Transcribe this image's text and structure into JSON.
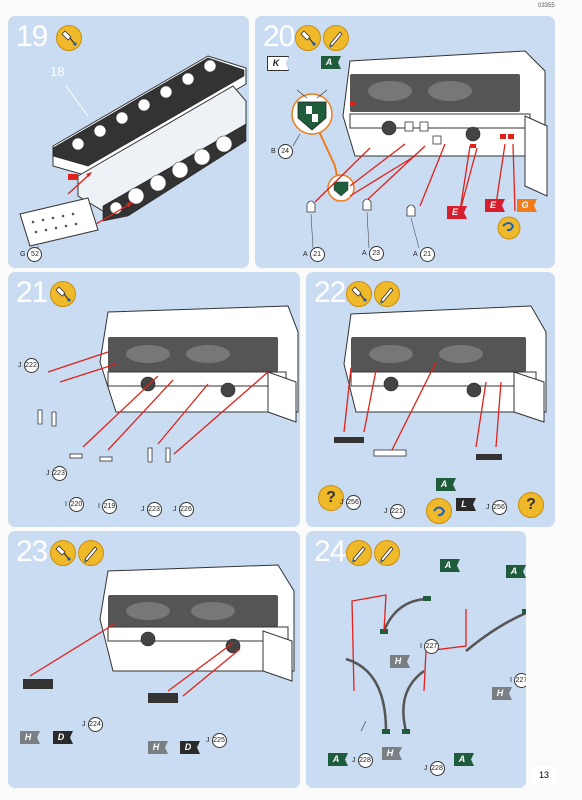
{
  "doc_code": "03355",
  "page_number": "13",
  "steps": [
    {
      "number": "19",
      "icons": [
        "glue-icon"
      ]
    },
    {
      "number": "20",
      "icons": [
        "glue-icon",
        "paint-brush-icon"
      ]
    },
    {
      "number": "21",
      "icons": [
        "glue-icon"
      ]
    },
    {
      "number": "22",
      "icons": [
        "glue-icon",
        "paint-brush-icon"
      ]
    },
    {
      "number": "23",
      "icons": [
        "glue-icon",
        "paint-brush-icon"
      ]
    },
    {
      "number": "24",
      "icons": [
        "paint-brush-icon",
        "paint-brush-icon"
      ]
    }
  ],
  "step19": {
    "callout": "18",
    "part": {
      "letter": "G",
      "num": "52"
    }
  },
  "step20": {
    "flags": {
      "k": "K",
      "a": "A",
      "e1": "E",
      "e2": "E",
      "g": "G"
    },
    "parts": [
      {
        "letter": "B",
        "num": "24"
      },
      {
        "letter": "A",
        "num": "21"
      },
      {
        "letter": "A",
        "num": "23"
      },
      {
        "letter": "A",
        "num": "21"
      }
    ]
  },
  "step21": {
    "parts": [
      {
        "letter": "J",
        "num": "222"
      },
      {
        "letter": "J",
        "num": "223"
      },
      {
        "letter": "I",
        "num": "220"
      },
      {
        "letter": "I",
        "num": "219"
      },
      {
        "letter": "J",
        "num": "223"
      },
      {
        "letter": "J",
        "num": "226"
      }
    ]
  },
  "step22": {
    "flags": {
      "a": "A",
      "l": "L"
    },
    "qmark": "?",
    "parts": [
      {
        "letter": "J",
        "num": "256"
      },
      {
        "letter": "J",
        "num": "221"
      },
      {
        "letter": "J",
        "num": "256"
      }
    ]
  },
  "step23": {
    "flags": {
      "h1": "H",
      "d1": "D",
      "h2": "H",
      "d2": "D"
    },
    "parts": [
      {
        "letter": "J",
        "num": "224"
      },
      {
        "letter": "J",
        "num": "225"
      }
    ]
  },
  "step24": {
    "flags": {
      "a1": "A",
      "a2": "A",
      "h1": "H",
      "h2": "H",
      "a3": "A",
      "h3": "H",
      "a4": "A"
    },
    "parts": [
      {
        "letter": "I",
        "num": "227"
      },
      {
        "letter": "I",
        "num": "227"
      },
      {
        "letter": "J",
        "num": "228"
      },
      {
        "letter": "J",
        "num": "228"
      }
    ]
  },
  "colors": {
    "panel_bg": "#c9dcf2",
    "arrow_red": "#e0221a",
    "flag_green": "#1f5c3c",
    "flag_red": "#d61f2e",
    "flag_orange": "#ef7d1a",
    "flag_gray": "#7a7f84",
    "flag_dark": "#2a2a2a",
    "flag_white": "#ffffff",
    "icon_yellow": "#f0b92a"
  }
}
